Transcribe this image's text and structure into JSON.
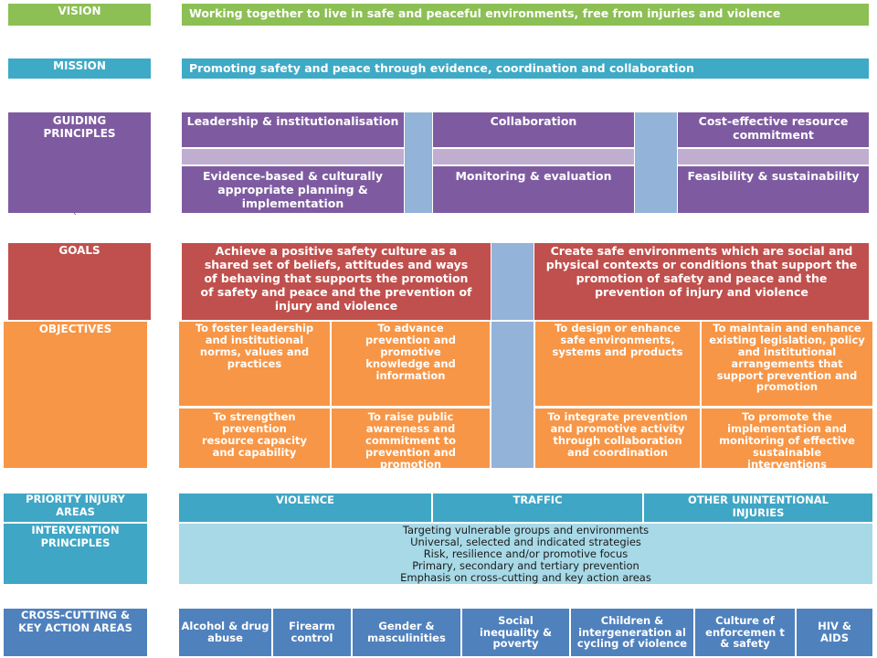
{
  "vision": {
    "label": "VISION",
    "text": "Working together to live in safe and peaceful environments, free from injuries and violence"
  },
  "mission": {
    "label": "MISSION",
    "text": "Promoting safety and peace through evidence, coordination and collaboration"
  },
  "guiding_principles": {
    "label": "GUIDING PRINCIPLES",
    "items": [
      "Leadership & institutionalisation",
      "Collaboration",
      "Cost-effective resource commitment",
      "Evidence-based & culturally appropriate planning & implementation",
      "Monitoring & evaluation",
      "Feasibility & sustainability"
    ]
  },
  "stray_mark": "`",
  "goals": {
    "label": "GOALS",
    "items": [
      "Achieve a positive safety culture as a shared set of beliefs, attitudes and ways of behaving that supports the promotion of safety and peace and the prevention of injury and violence",
      "Create safe environments which are social and physical contexts or conditions that support the promotion of safety and peace and the prevention of injury and violence"
    ]
  },
  "objectives": {
    "label": "OBJECTIVES",
    "items": [
      "To foster leadership and institutional norms, values and practices",
      "To advance prevention and promotive knowledge and information",
      "To design or enhance safe environments, systems and products",
      "To maintain and enhance existing legislation, policy and institutional arrangements that support prevention and promotion",
      "To strengthen prevention resource capacity and capability",
      "To raise public awareness and commitment to prevention and promotion",
      "To integrate prevention and promotive activity through collaboration and coordination",
      "To promote the implementation and monitoring of effective sustainable interventions"
    ]
  },
  "priority": {
    "label": "PRIORITY INJURY AREAS",
    "items": [
      "VIOLENCE",
      "TRAFFIC",
      "OTHER UNINTENTIONAL INJURIES"
    ]
  },
  "intervention": {
    "label": "INTERVENTION PRINCIPLES",
    "lines": [
      "Targeting vulnerable groups and environments",
      "Universal, selected and indicated strategies",
      "Risk, resilience and/or promotive focus",
      "Primary, secondary and tertiary prevention",
      "Emphasis on cross-cutting and key action areas"
    ]
  },
  "crosscutting": {
    "label": "CROSS-CUTTING & KEY ACTION AREAS",
    "items": [
      "Alcohol & drug abuse",
      "Firearm control",
      "Gender & masculinities",
      "Social inequality & poverty",
      "Children & intergeneration al cycling of violence",
      "Culture of enforcemen t & safety",
      "HIV & AIDS"
    ]
  }
}
